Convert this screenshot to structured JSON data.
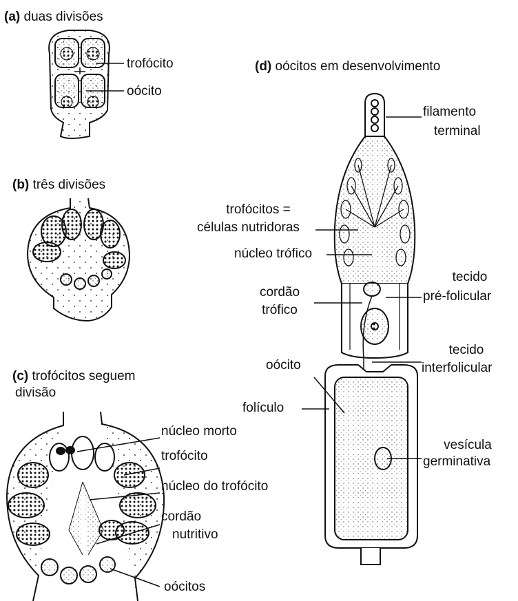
{
  "panel_a": {
    "letter": "(a)",
    "title": "duas divisões",
    "labels": {
      "trophocyte": "trofócito",
      "oocyte": "oócito"
    }
  },
  "panel_b": {
    "letter": "(b)",
    "title": "três divisões"
  },
  "panel_c": {
    "letter": "(c)",
    "title_line1": "trofócitos seguem",
    "title_line2": "divisão",
    "labels": {
      "dead_nucleus": "núcleo morto",
      "trophocyte": "trofócito",
      "trophocyte_nucleus": "núcleo do trofócito",
      "cord_line1": "cordão",
      "cord_line2": "nutritivo",
      "oocytes": "oócitos"
    }
  },
  "panel_d": {
    "letter": "(d)",
    "title": "oócitos em desenvolvimento",
    "labels": {
      "terminal_filament_1": "filamento",
      "terminal_filament_2": "terminal",
      "trophocytes_1": "trofócitos =",
      "trophocytes_2": "células nutridoras",
      "trophic_nucleus": "núcleo trófico",
      "trophic_cord_1": "cordão",
      "trophic_cord_2": "trófico",
      "prefollicular_1": "tecido",
      "prefollicular_2": "pré-folicular",
      "interfollicular_1": "tecido",
      "interfollicular_2": "interfolicular",
      "oocyte": "oócito",
      "follicle": "folículo",
      "germinal_1": "vesícula",
      "germinal_2": "germinativa"
    }
  }
}
